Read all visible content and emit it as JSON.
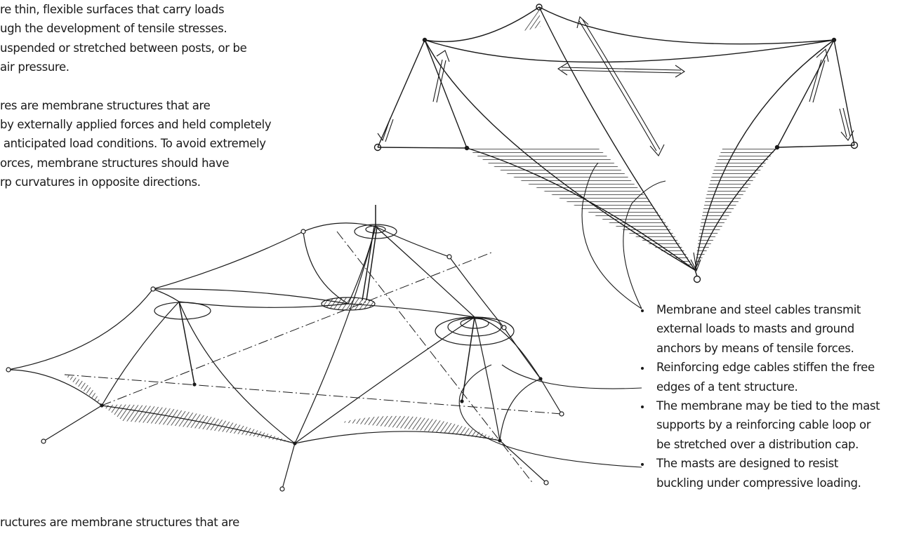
{
  "intro": {
    "paragraph1": [
      "re thin, flexible surfaces that carry loads",
      "ugh the development of tensile stresses.",
      "uspended or stretched between posts, or be",
      "air pressure."
    ],
    "paragraph2": [
      "res are membrane structures that are",
      "by externally applied forces and held completely",
      " anticipated load conditions. To avoid extremely",
      "orces, membrane structures should have",
      "rp curvatures in opposite directions."
    ]
  },
  "bullets": [
    [
      "Membrane and steel cables transmit",
      "external loads to masts and ground",
      "anchors by means of tensile forces."
    ],
    [
      "Reinforcing edge cables stiffen the free",
      "edges of a tent structure."
    ],
    [
      "The membrane may be tied to the mast",
      "supports by a reinforcing cable loop or",
      "be stretched over a distribution cap."
    ],
    [
      "The masts are designed to resist",
      "buckling under compressive loading."
    ]
  ],
  "bottom_text": "ructures are membrane structures that are"
}
